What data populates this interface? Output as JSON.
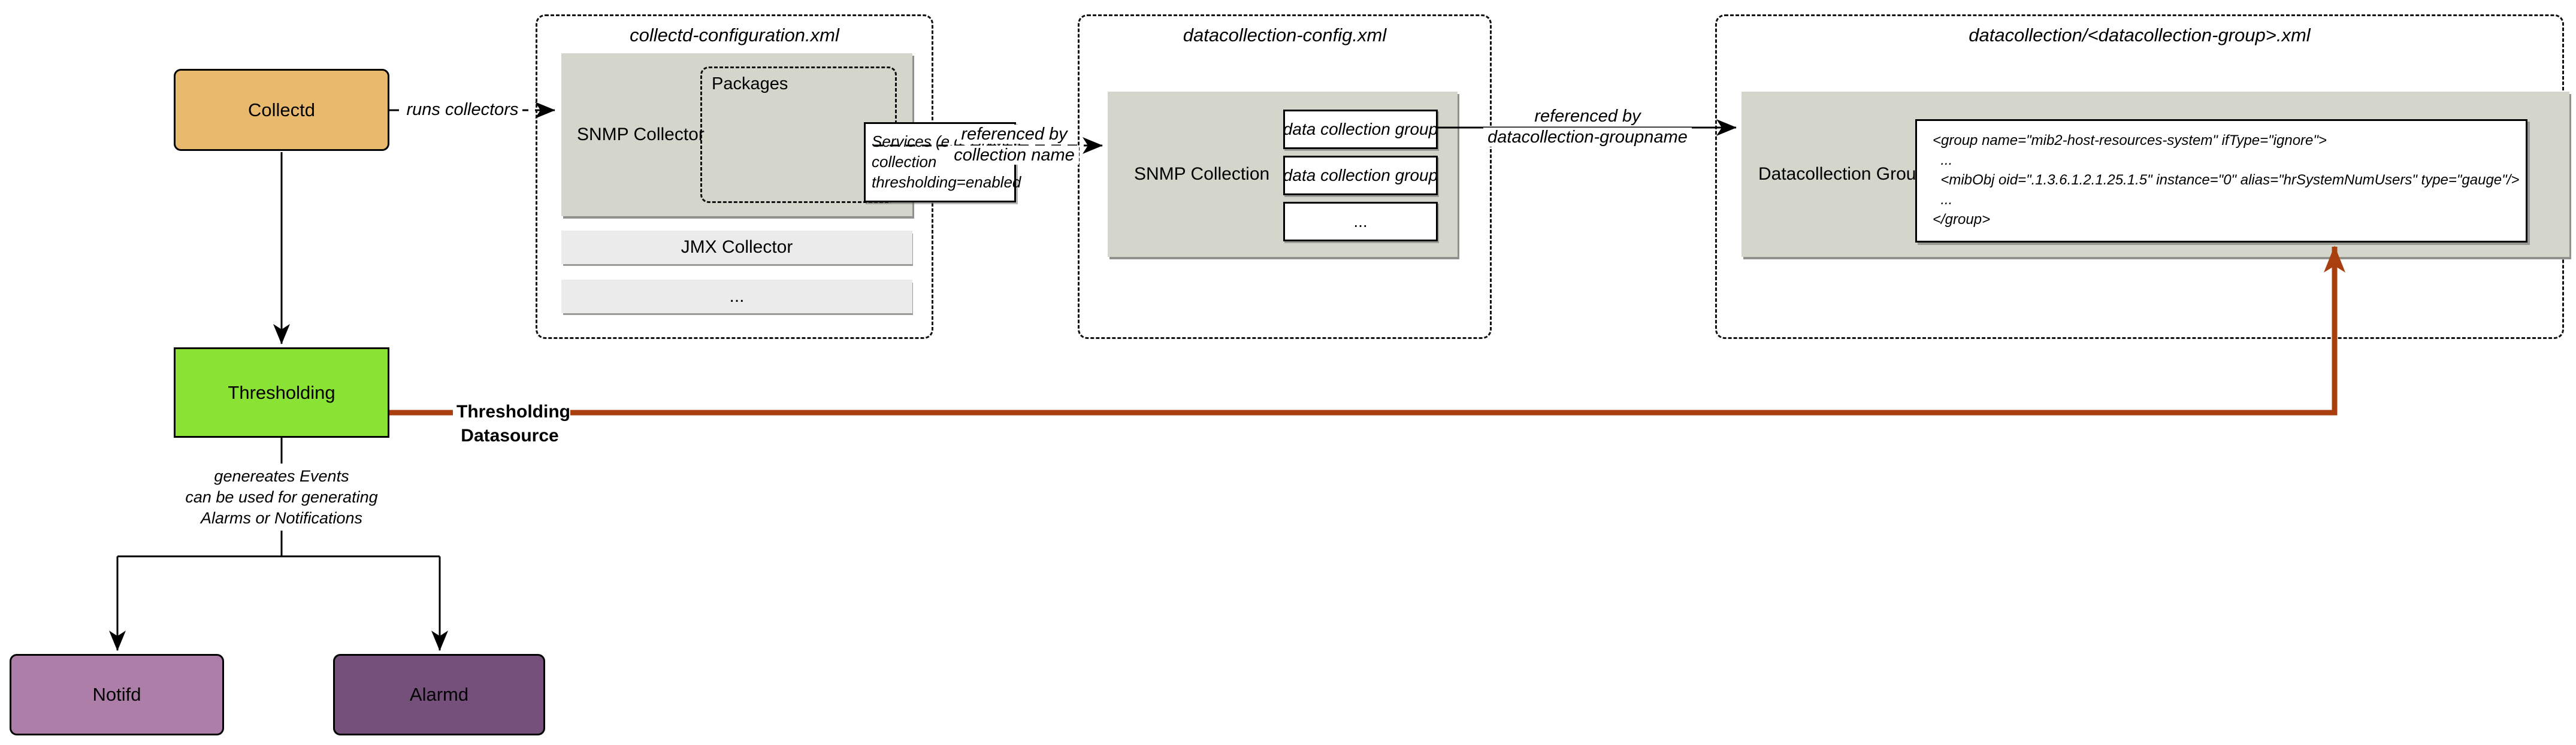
{
  "diagram": {
    "nodes": {
      "collectd": "Collectd",
      "thresholding": "Thresholding",
      "notifd": "Notifd",
      "alarmd": "Alarmd"
    },
    "collectd_configuration": {
      "title": "collectd-configuration.xml",
      "snmp_collector": "SNMP Collector",
      "packages": "Packages",
      "services_lines": [
        "Services (e.g. SNMP)",
        "collection",
        "thresholding=enabled"
      ],
      "jmx_collector": "JMX Collector",
      "more": "..."
    },
    "datacollection_config": {
      "title": "datacollection-config.xml",
      "snmp_collection": "SNMP Collection",
      "groups": [
        "data collection group",
        "data collection group",
        "..."
      ]
    },
    "datacollection_group": {
      "title": "datacollection/<datacollection-group>.xml",
      "label": "Datacollection Group",
      "code_lines": [
        "<group name=\"mib2-host-resources-system\" ifType=\"ignore\">",
        "  ...",
        "  <mibObj oid=\".1.3.6.1.2.1.25.1.5\" instance=\"0\" alias=\"hrSystemNumUsers\" type=\"gauge\"/>",
        "  ...",
        "</group>"
      ]
    },
    "edges": {
      "runs_collectors": "runs collectors",
      "referenced_by_collection": [
        "referenced by",
        "collection name"
      ],
      "referenced_by_groupname": [
        "referenced by",
        "datacollection-groupname"
      ],
      "thresholding_datasource": "Thresholding Datasource",
      "generates": [
        "genereates Events",
        "can be used for generating",
        "Alarms or Notifications"
      ]
    },
    "colors": {
      "collectd": "#e9b96e",
      "thresholding": "#8ae234",
      "notifd": "#ad7fa8",
      "alarmd": "#75507b",
      "panel_gray": "#d4d6cc",
      "bar_gray": "#ebebeb",
      "datasource_red": "#a93e0f"
    }
  }
}
